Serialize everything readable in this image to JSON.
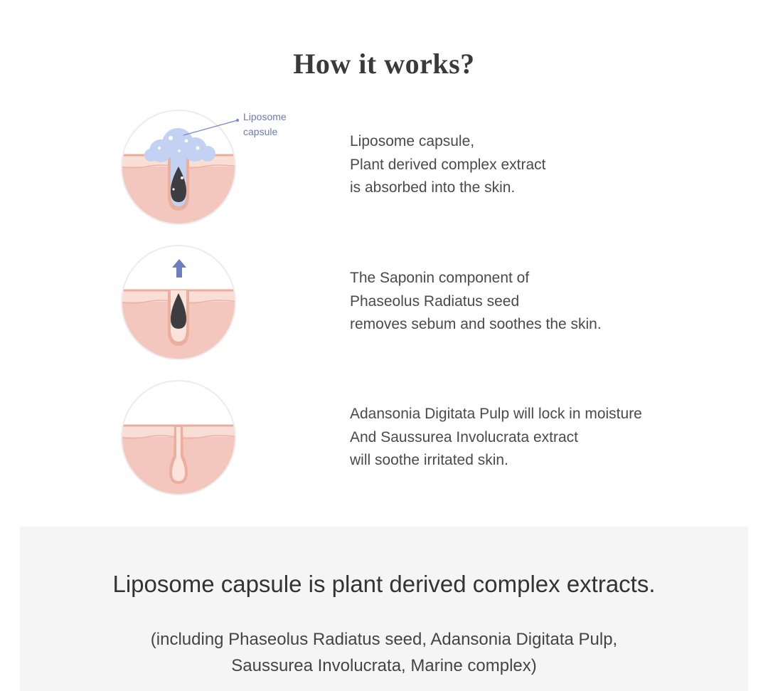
{
  "header": {
    "title": "How it works?"
  },
  "steps": [
    {
      "callout": [
        "Liposome",
        "capsule"
      ],
      "lines": [
        "Liposome capsule,",
        "Plant derived complex extract",
        "is absorbed into the skin."
      ]
    },
    {
      "lines": [
        "The Saponin component of",
        "Phaseolus Radiatus seed",
        "removes sebum and soothes the skin."
      ]
    },
    {
      "lines": [
        "Adansonia Digitata Pulp will lock in moisture",
        "And Saussurea Involucrata extract",
        "will soothe irritated skin."
      ]
    }
  ],
  "summary": {
    "heading": "Liposome capsule is plant derived complex extracts.",
    "sub_lines": [
      "(including Phaseolus Radiatus seed, Adansonia Digitata Pulp,",
      "Saussurea Involucrata, Marine complex)"
    ]
  },
  "colors": {
    "skin": "#f3c7bd",
    "skin_surface": "#f9ded6",
    "skin_line": "#ebaf9f",
    "sebum": "#3d3d3f",
    "liposome": "#c3d1f3",
    "arrow": "#6e7fc0",
    "callout_text": "#6b79b6",
    "panel_bg": "#f5f5f5"
  },
  "icons": {
    "step1": "liposome-pore-icon",
    "step2": "sebum-removal-pore-icon",
    "step3": "clean-pore-icon",
    "arrow": "up-arrow-icon"
  }
}
